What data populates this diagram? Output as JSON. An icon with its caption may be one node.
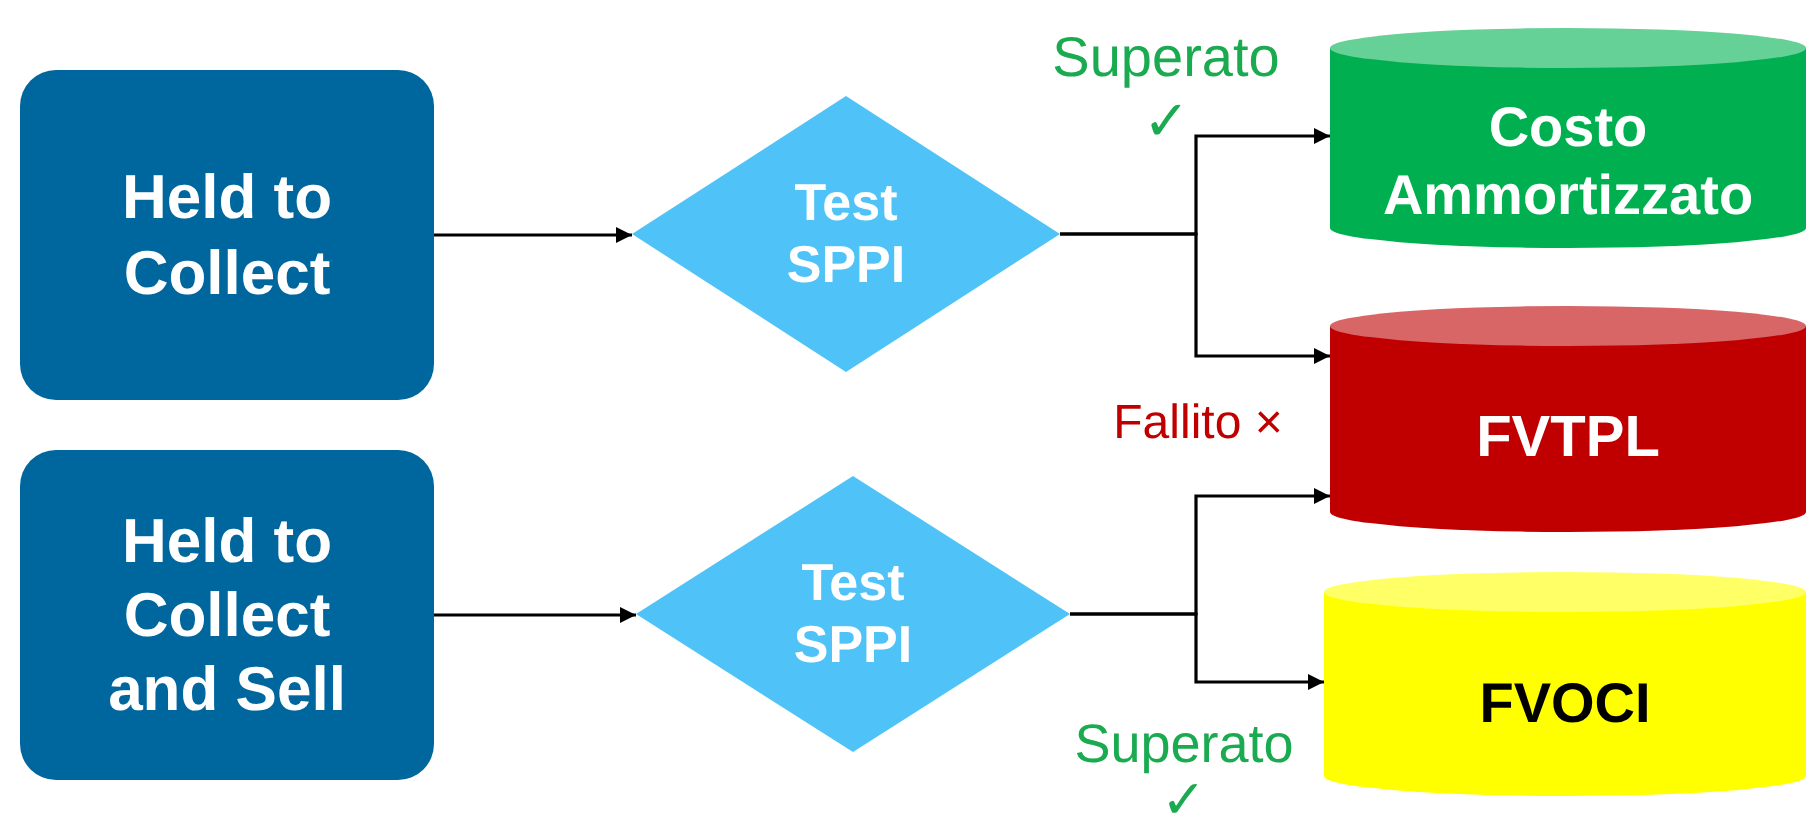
{
  "diagram": {
    "nodes": [
      {
        "text": [
          "Held to Collect"
        ]
      },
      {
        "text": [
          "Test SPPI"
        ]
      },
      {
        "text": [
          "Costo Ammortizzato"
        ]
      },
      {
        "text": [
          "FVTPL"
        ]
      },
      {
        "text": [
          "Held to Collect and Sell"
        ]
      },
      {
        "text": [
          "Test SPPI"
        ]
      },
      {
        "text": [
          "FVOCI"
        ]
      }
    ],
    "edges": [
      {
        "from": 0,
        "to": 1,
        "arrow": "to"
      },
      {
        "from": 1,
        "to": 2,
        "arrow": "to"
      },
      {
        "from": 1,
        "to": 3,
        "arrow": "to"
      },
      {
        "from": 4,
        "to": 5,
        "arrow": "to"
      },
      {
        "from": 5,
        "to": 3,
        "arrow": "to"
      },
      {
        "from": 5,
        "to": 6,
        "arrow": "to"
      }
    ],
    "labels": [
      "Superato ✓",
      "Fallito ×",
      "Superato ✓"
    ]
  }
}
